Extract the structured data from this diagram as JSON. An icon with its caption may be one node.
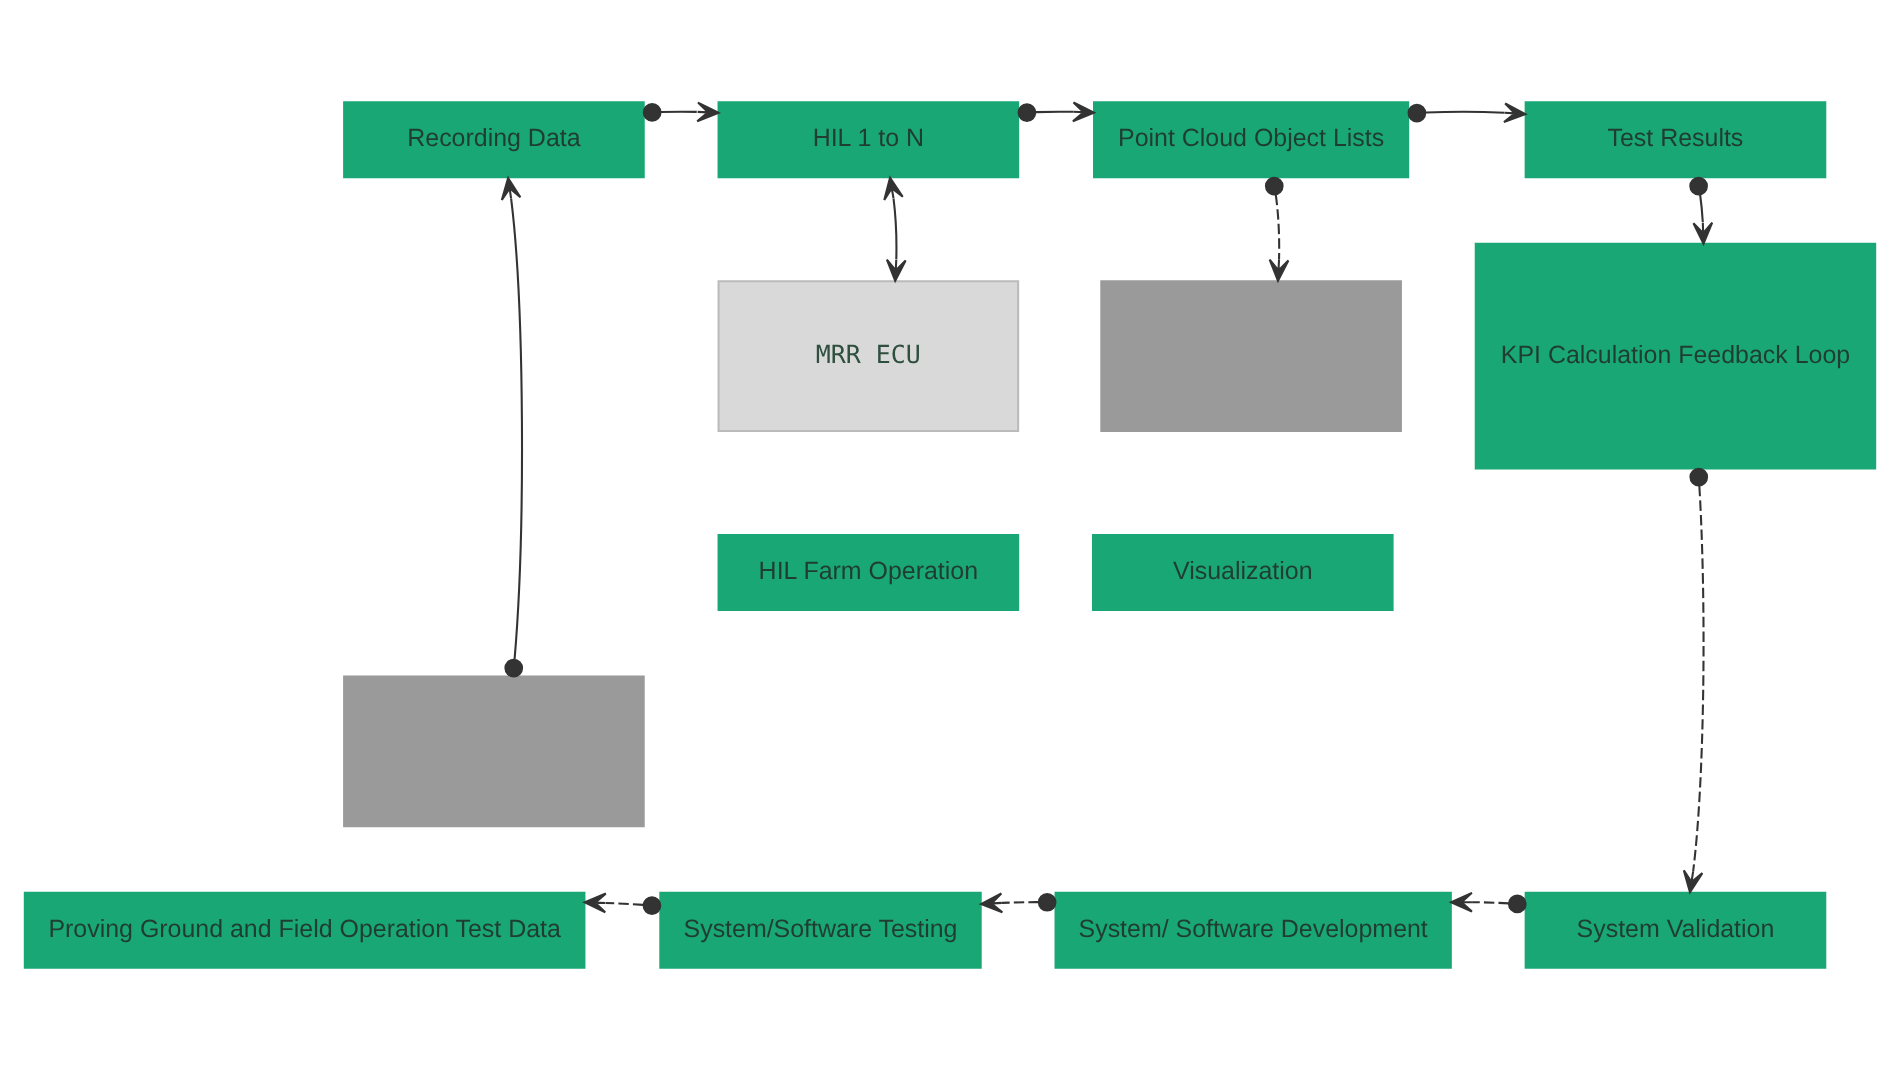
{
  "diagram": {
    "nodes": [
      {
        "text": [
          "Recording Data"
        ]
      },
      {
        "text": [
          "HIL 1 to N"
        ]
      },
      {
        "text": [
          "Point Cloud Object Lists"
        ]
      },
      {
        "text": [
          "Test Results"
        ]
      },
      {
        "text": [
          "MRR ECU"
        ]
      },
      {
        "text": [
          "HIL Farm Operation"
        ]
      },
      {
        "text": [],
        "shape": "box"
      },
      {
        "text": [
          "Visualization"
        ]
      },
      {
        "text": [
          "KPI Calculation Feedback Loop"
        ]
      },
      {
        "text": [],
        "shape": "box"
      },
      {
        "text": [
          "Proving Ground and Field Operation Test Data"
        ]
      },
      {
        "text": [
          "System/Software Testing"
        ]
      },
      {
        "text": [
          "System/ Software Development"
        ]
      },
      {
        "text": [
          "System Validation"
        ]
      }
    ],
    "edges": [
      {
        "from": 0,
        "to": 1,
        "arrow": "to"
      },
      {
        "from": 1,
        "to": 2,
        "arrow": "to"
      },
      {
        "from": 2,
        "to": 3,
        "arrow": "to"
      },
      {
        "from": 1,
        "to": 4,
        "arrow": "both"
      },
      {
        "from": 2,
        "to": 6,
        "arrow": "to",
        "style": "dashed"
      },
      {
        "from": 3,
        "to": 8,
        "arrow": "to"
      },
      {
        "from": 9,
        "to": 0,
        "arrow": "to"
      },
      {
        "from": 8,
        "to": 13,
        "arrow": "to",
        "style": "dashed"
      },
      {
        "from": 13,
        "to": 12,
        "arrow": "to",
        "style": "dashed"
      },
      {
        "from": 12,
        "to": 11,
        "arrow": "to",
        "style": "dashed"
      },
      {
        "from": 11,
        "to": 10,
        "arrow": "to",
        "style": "dashed"
      }
    ]
  }
}
